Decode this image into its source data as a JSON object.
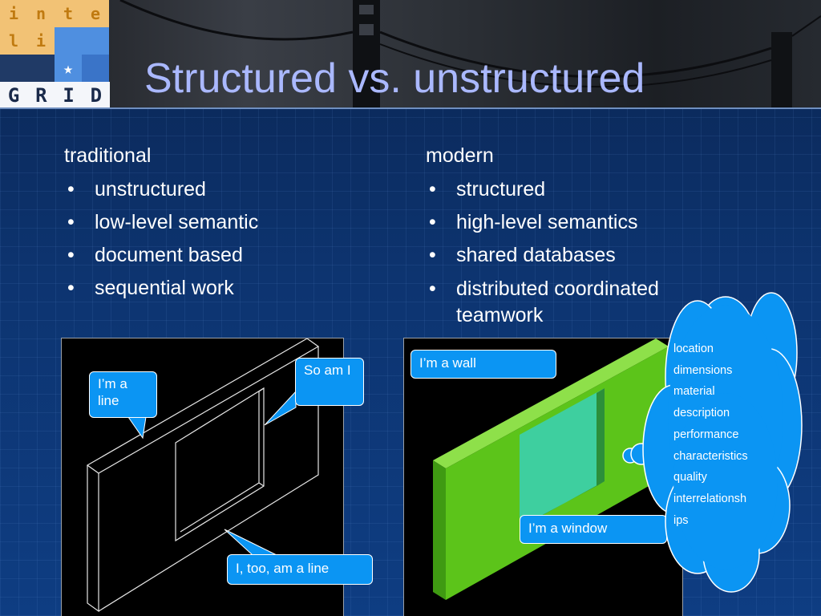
{
  "logo": {
    "row1": [
      "i",
      "n",
      "t",
      "e"
    ],
    "row2": [
      "l",
      "i"
    ],
    "star": "★",
    "bar": [
      "G",
      "R",
      "I",
      "D"
    ]
  },
  "title": "Structured vs. unstructured",
  "left_column": {
    "heading": "traditional",
    "items": [
      "unstructured",
      "low-level semantic",
      "document based",
      "sequential work"
    ]
  },
  "right_column": {
    "heading": "modern",
    "items": [
      "structured",
      "high-level semantics",
      "shared databases",
      "distributed coordinated teamwork"
    ]
  },
  "bullet_symbol": "•",
  "left_panel": {
    "callouts": {
      "line1": "I’m a line",
      "so_am_i": "So am I",
      "line2": "I, too,  am a line"
    }
  },
  "right_panel": {
    "callouts": {
      "wall": "I’m a wall",
      "window": "I’m a window"
    }
  },
  "cloud": {
    "items": [
      "location",
      "dimensions",
      "material",
      "description",
      "performance",
      "characteristics",
      "quality",
      "interrelationsh",
      "ips"
    ]
  },
  "colors": {
    "title": "#aab8ff",
    "callout": "#0b95f3",
    "wall_green": "#5cc41a",
    "window_glass": "#3ecf9f",
    "logo_orange": "#f2c275",
    "logo_blue": "#4f8fe0"
  }
}
